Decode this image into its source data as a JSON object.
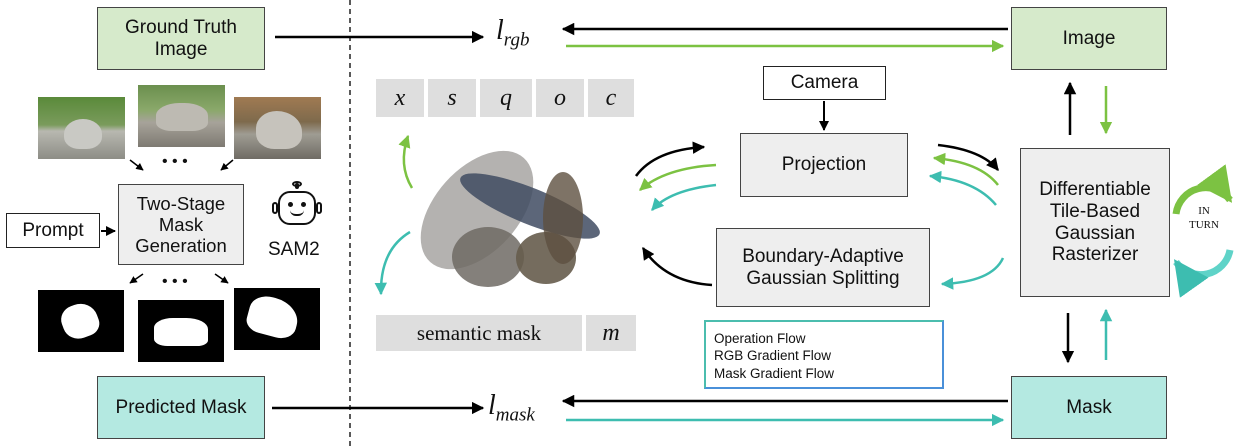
{
  "left_panel": {
    "ground_truth_label": "Ground Truth\nImage",
    "prompt_label": "Prompt",
    "mask_gen_label": "Two-Stage\nMask\nGeneration",
    "sam_label": "SAM2",
    "predicted_mask_label": "Predicted Mask",
    "dots": "• • •",
    "icons": [
      "robot-icon"
    ]
  },
  "losses": {
    "rgb_base": "l",
    "rgb_sub": "rgb",
    "mask_base": "l",
    "mask_sub": "mask"
  },
  "attributes": {
    "symbols": [
      "x",
      "s",
      "q",
      "o",
      "c"
    ],
    "semantic_label": "semantic mask",
    "semantic_symbol": "m"
  },
  "pipeline": {
    "camera": "Camera",
    "projection": "Projection",
    "splitting": "Boundary-Adaptive\nGaussian Splitting",
    "rasterizer": "Differentiable\nTile-Based\nGaussian\nRasterizer",
    "image": "Image",
    "mask": "Mask",
    "in_turn": "IN\nTURN"
  },
  "legend": {
    "items": [
      {
        "label": "Operation Flow",
        "color": "#000000"
      },
      {
        "label": "RGB Gradient Flow",
        "color": "#7cc242"
      },
      {
        "label": "Mask Gradient Flow",
        "color": "#3dbdb0"
      }
    ]
  },
  "colors": {
    "green_box": "#d6eacb",
    "teal_box": "#b4e9e1",
    "rgb_arrow": "#7cc242",
    "mask_arrow": "#3dbdb0"
  }
}
